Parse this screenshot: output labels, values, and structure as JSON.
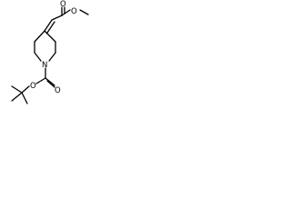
{
  "molecule": {
    "atoms": {
      "carbonyl_oxygen_top": "O",
      "ester_oxygen_top": "O",
      "ring_nitrogen": "N",
      "ester_oxygen_boc": "O",
      "carbonyl_oxygen_boc": "O"
    }
  },
  "colors": {
    "bond": "#000000",
    "label": "#000000",
    "background": "#ffffff"
  }
}
